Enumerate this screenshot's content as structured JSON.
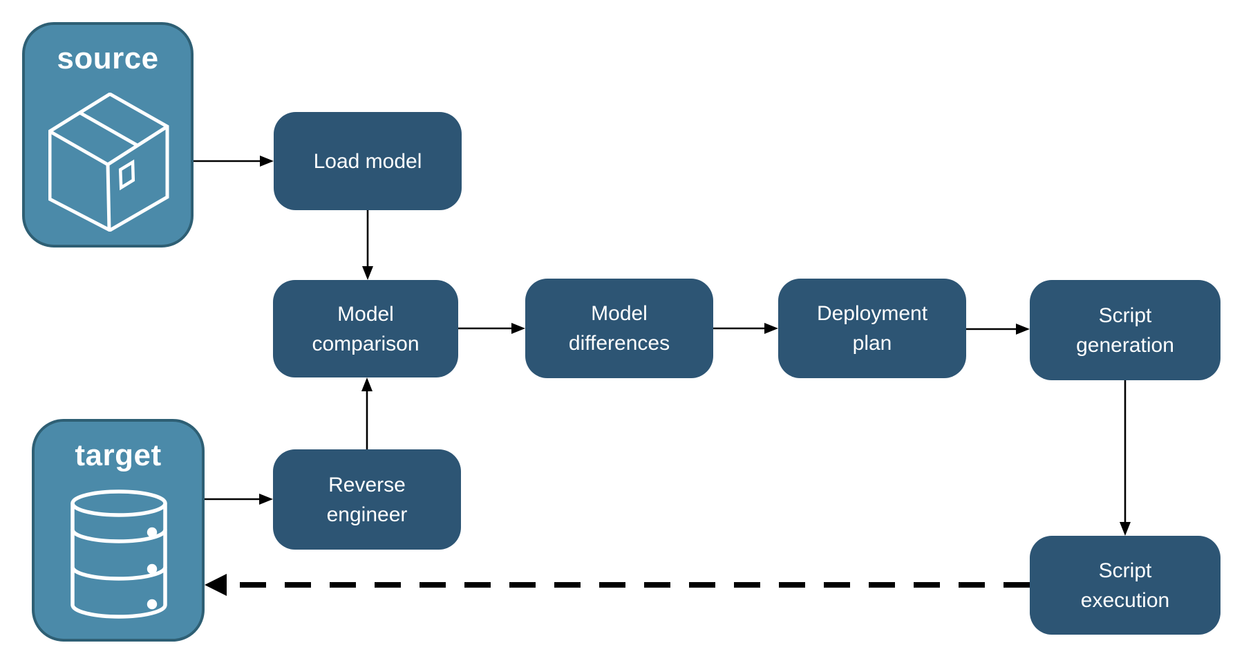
{
  "colors": {
    "canvas-bg": "#ffffff",
    "light-fill": "#4b8aa9",
    "light-border": "#2e5f74",
    "dark-fill": "#2d5574",
    "text-light": "#ffffff",
    "arrow": "#000000"
  },
  "nodes": {
    "source": {
      "label": "source",
      "icon": "package-icon"
    },
    "target": {
      "label": "target",
      "icon": "database-icon"
    },
    "load_model": {
      "lines": [
        "Load model"
      ]
    },
    "model_comparison": {
      "lines": [
        "Model",
        "comparison"
      ]
    },
    "model_differences": {
      "lines": [
        "Model",
        "differences"
      ]
    },
    "deployment_plan": {
      "lines": [
        "Deployment",
        "plan"
      ]
    },
    "script_generation": {
      "lines": [
        "Script",
        "generation"
      ]
    },
    "reverse_engineer": {
      "lines": [
        "Reverse",
        "engineer"
      ]
    },
    "script_execution": {
      "lines": [
        "Script",
        "execution"
      ]
    }
  },
  "edges": [
    {
      "from": "source",
      "to": "load_model",
      "style": "solid"
    },
    {
      "from": "load_model",
      "to": "model_comparison",
      "style": "solid"
    },
    {
      "from": "model_comparison",
      "to": "model_differences",
      "style": "solid"
    },
    {
      "from": "model_differences",
      "to": "deployment_plan",
      "style": "solid"
    },
    {
      "from": "deployment_plan",
      "to": "script_generation",
      "style": "solid"
    },
    {
      "from": "script_generation",
      "to": "script_execution",
      "style": "solid"
    },
    {
      "from": "target",
      "to": "reverse_engineer",
      "style": "solid"
    },
    {
      "from": "reverse_engineer",
      "to": "model_comparison",
      "style": "solid"
    },
    {
      "from": "script_execution",
      "to": "target",
      "style": "dashed"
    }
  ]
}
